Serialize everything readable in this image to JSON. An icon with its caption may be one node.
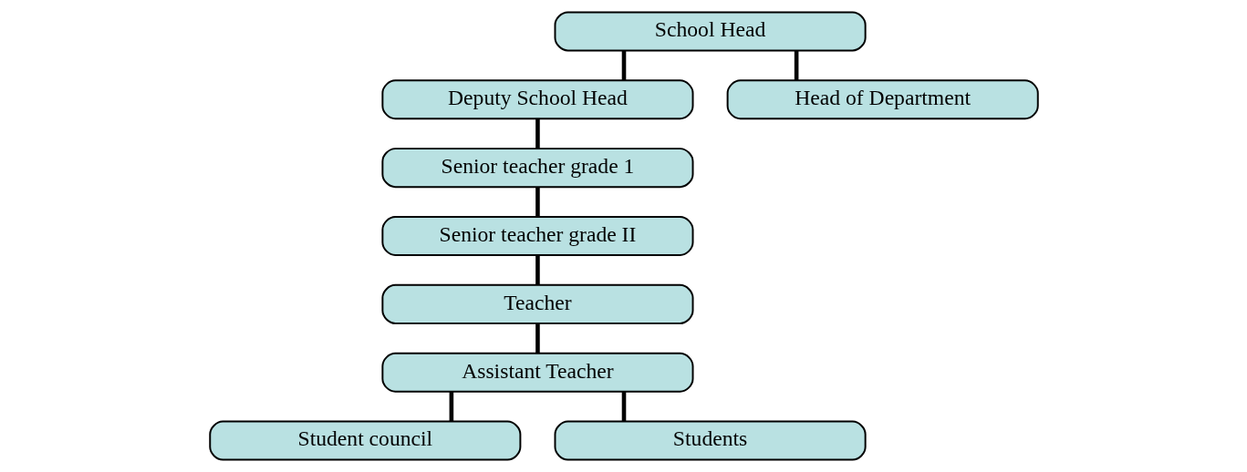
{
  "diagram": {
    "nodes": [
      {
        "text": [
          "School Head"
        ]
      },
      {
        "text": [
          "Deputy School Head"
        ]
      },
      {
        "text": [
          "Head of Department"
        ]
      },
      {
        "text": [
          "Senior teacher grade 1"
        ]
      },
      {
        "text": [
          "Senior teacher grade II"
        ]
      },
      {
        "text": [
          "Teacher"
        ]
      },
      {
        "text": [
          "Assistant Teacher"
        ]
      },
      {
        "text": [
          "Student council"
        ]
      },
      {
        "text": [
          "Students"
        ]
      }
    ],
    "edges": [
      {
        "from": 0,
        "to": 1,
        "arrow": "none"
      },
      {
        "from": 0,
        "to": 2,
        "arrow": "none"
      },
      {
        "from": 1,
        "to": 3,
        "arrow": "none"
      },
      {
        "from": 3,
        "to": 4,
        "arrow": "none"
      },
      {
        "from": 4,
        "to": 5,
        "arrow": "none"
      },
      {
        "from": 5,
        "to": 6,
        "arrow": "none"
      },
      {
        "from": 6,
        "to": 7,
        "arrow": "none"
      },
      {
        "from": 6,
        "to": 8,
        "arrow": "none"
      }
    ]
  }
}
